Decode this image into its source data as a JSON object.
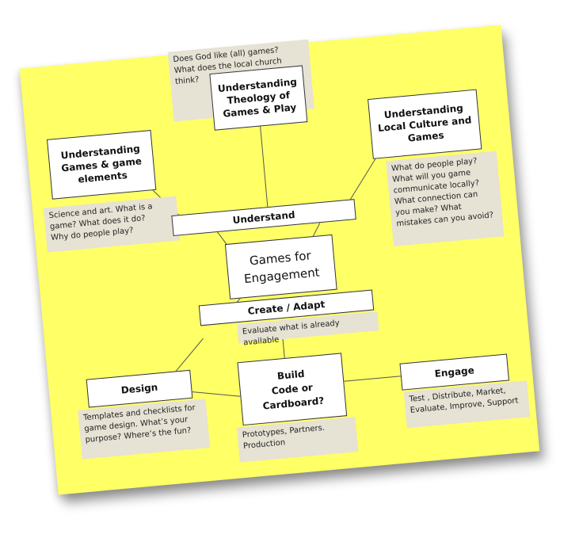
{
  "diagram": {
    "center": {
      "label": "Games for\nEngagement"
    },
    "understand_bar": {
      "label": "Understand"
    },
    "create_bar": {
      "label": "Create / Adapt"
    },
    "nodes": {
      "theology": {
        "label": "Understanding\nTheology of\nGames & Play",
        "note": "Does God like (all) games?\nWhat does the local church think?"
      },
      "games_elements": {
        "label": "Understanding\nGames & game\nelements",
        "note": "Science and art. What is a\ngame? What does it do?\nWhy do people play?"
      },
      "local_culture": {
        "label": "Understanding\nLocal Culture and\nGames",
        "note": "What do people play?\nWhat will you game\ncommunicate locally?\nWhat connection can\nyou make? What\nmistakes can you avoid?"
      },
      "create_note": "Evaluate what is already available",
      "design": {
        "label": "Design",
        "note": "Templates and checklists for\ngame design. What’s your\npurpose? Where’s the fun?"
      },
      "build": {
        "label": "Build\nCode or\nCardboard?",
        "note": "Prototypes, Partners.\nProduction"
      },
      "engage": {
        "label": "Engage",
        "note": "Test , Distribute, Market,\nEvaluate, Improve, Support"
      }
    },
    "colors": {
      "sheet": "#ffff66",
      "note": "#e6e2d4",
      "box": "#ffffff",
      "border": "#333333"
    }
  }
}
